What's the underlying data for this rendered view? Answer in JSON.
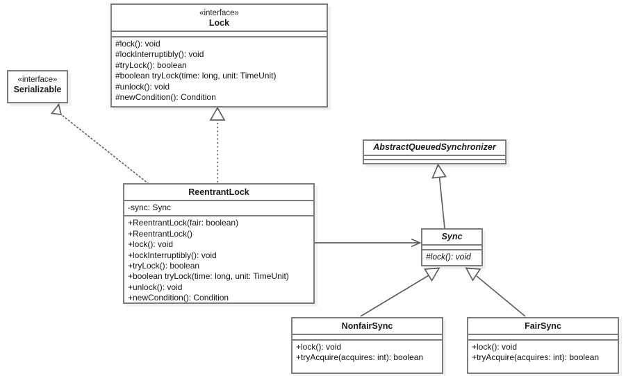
{
  "diagram": {
    "title": "ReentrantLock UML class diagram",
    "type": "uml-class-diagram",
    "colors": {
      "background": "#ffffff",
      "box_fill": "#ffffff",
      "box_border": "#7d7d7d",
      "line": "#666666",
      "text": "#111111",
      "shadow": "rgba(0,0,0,0.055)"
    },
    "classes": {
      "serializable": {
        "stereotype": "«interface»",
        "name": "Serializable",
        "abstract": false,
        "attributes": [],
        "methods": []
      },
      "lock": {
        "stereotype": "«interface»",
        "name": "Lock",
        "abstract": false,
        "attributes": [],
        "methods": [
          "#lock(): void",
          "#lockInterruptibly(): void",
          "#tryLock(): boolean",
          "#boolean tryLock(time: long, unit: TimeUnit)",
          "#unlock(): void",
          "#newCondition(): Condition"
        ]
      },
      "abstract_queued_synchronizer": {
        "stereotype": "",
        "name": "AbstractQueuedSynchronizer",
        "abstract": true,
        "attributes": [],
        "methods": []
      },
      "reentrant_lock": {
        "stereotype": "",
        "name": "ReentrantLock",
        "abstract": false,
        "attributes": [
          "-sync: Sync"
        ],
        "methods": [
          "+ReentrantLock(fair: boolean)",
          "+ReentrantLock()",
          "+lock(): void",
          "+lockInterruptibly(): void",
          "+tryLock(): boolean",
          "+boolean tryLock(time: long, unit: TimeUnit)",
          "+unlock(): void",
          "+newCondition(): Condition"
        ]
      },
      "sync": {
        "stereotype": "",
        "name": "Sync",
        "abstract": true,
        "attributes": [],
        "methods": [
          "#lock(): void"
        ],
        "methods_abstract": [
          true
        ]
      },
      "nonfair_sync": {
        "stereotype": "",
        "name": "NonfairSync",
        "abstract": false,
        "attributes": [],
        "methods": [
          "+lock(): void",
          "+tryAcquire(acquires: int): boolean"
        ]
      },
      "fair_sync": {
        "stereotype": "",
        "name": "FairSync",
        "abstract": false,
        "attributes": [],
        "methods": [
          "+lock(): void",
          "+tryAcquire(acquires: int): boolean"
        ]
      }
    },
    "relationships": [
      {
        "id": "reentrantlock-realizes-serializable",
        "from": "reentrant_lock",
        "to": "serializable",
        "kind": "realization",
        "line": "dotted",
        "arrowhead": "hollow-triangle",
        "label": ""
      },
      {
        "id": "reentrantlock-realizes-lock",
        "from": "reentrant_lock",
        "to": "lock",
        "kind": "realization",
        "line": "dotted",
        "arrowhead": "hollow-triangle",
        "label": ""
      },
      {
        "id": "sync-extends-aqs",
        "from": "sync",
        "to": "abstract_queued_synchronizer",
        "kind": "generalization",
        "line": "solid",
        "arrowhead": "hollow-triangle",
        "label": ""
      },
      {
        "id": "reentrantlock-associates-sync",
        "from": "reentrant_lock",
        "to": "sync",
        "kind": "association",
        "line": "solid",
        "arrowhead": "open-arrow",
        "label": ""
      },
      {
        "id": "nonfairsync-extends-sync",
        "from": "nonfair_sync",
        "to": "sync",
        "kind": "generalization",
        "line": "solid",
        "arrowhead": "hollow-triangle",
        "label": ""
      },
      {
        "id": "fairsync-extends-sync",
        "from": "fair_sync",
        "to": "sync",
        "kind": "generalization",
        "line": "solid",
        "arrowhead": "hollow-triangle",
        "label": ""
      }
    ]
  }
}
